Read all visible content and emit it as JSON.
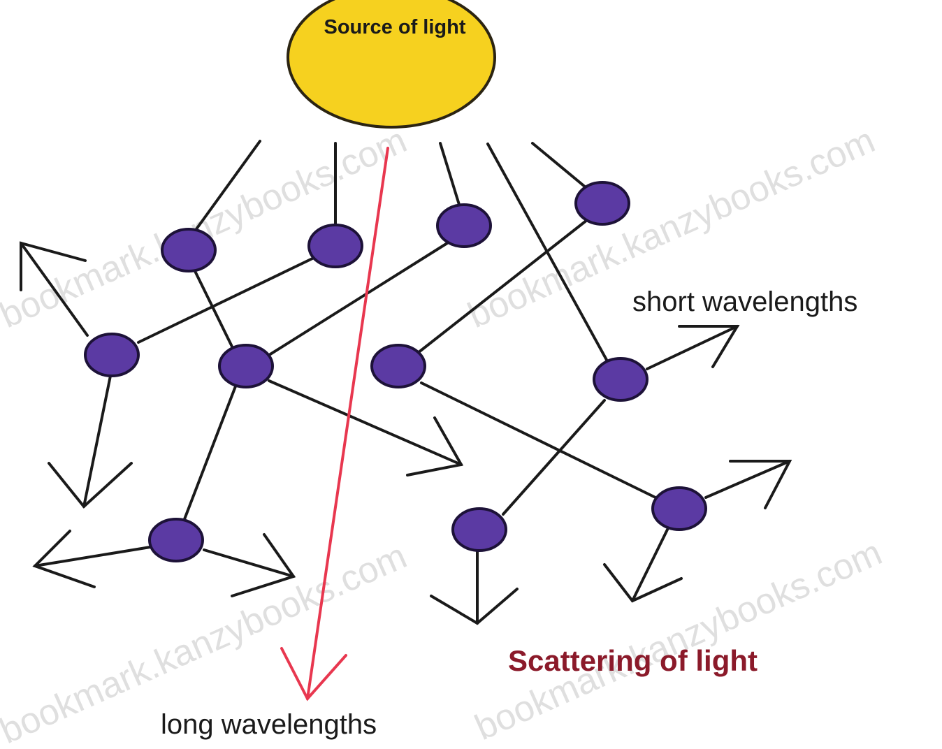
{
  "labels": {
    "source": "Source of light",
    "short": "short wavelengths",
    "long": "long wavelengths",
    "title": "Scattering of light"
  },
  "watermark": "bookmark.kanzybooks.com",
  "colors": {
    "sun_fill": "#f6d11f",
    "sun_stroke": "#2b2412",
    "particle_fill": "#5b3aa3",
    "particle_stroke": "#1d1238",
    "line": "#1a1a1a",
    "long_ray": "#e8374f",
    "title_text": "#8b1a2a",
    "label_text": "#1a1a1a",
    "watermark": "#c9c9c9"
  }
}
